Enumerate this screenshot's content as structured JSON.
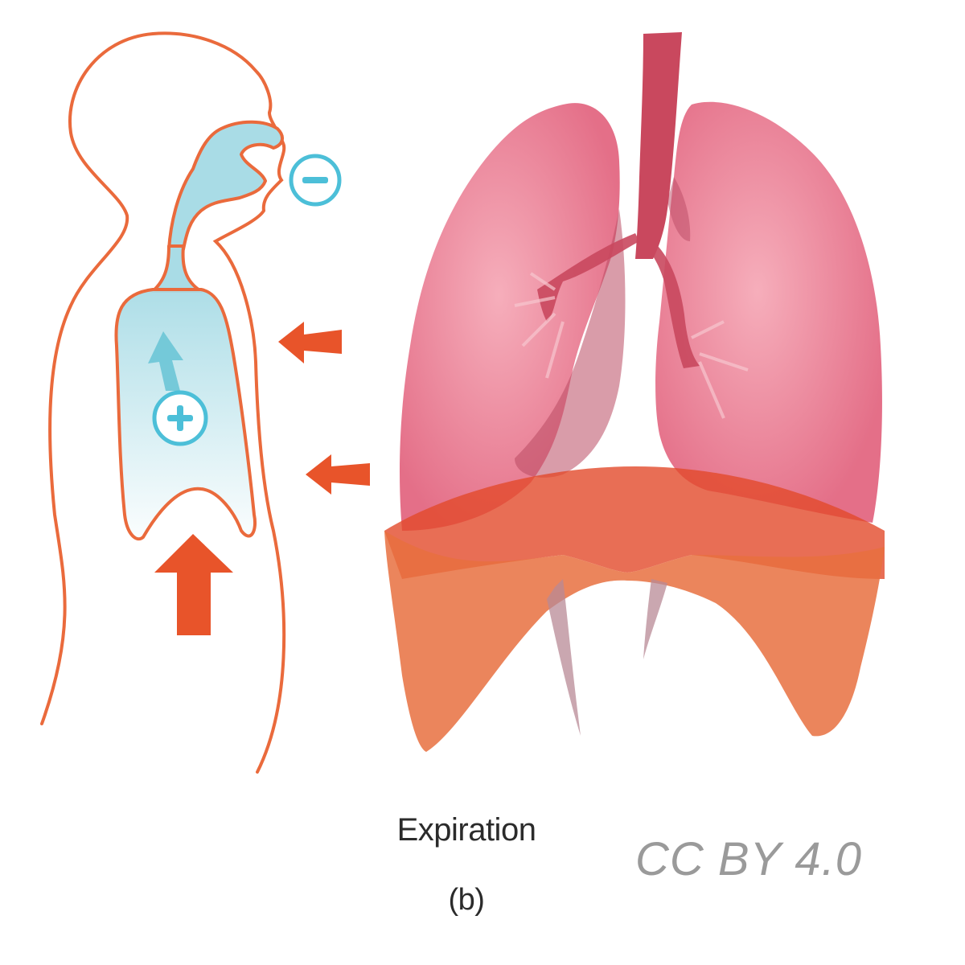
{
  "figure": {
    "title": "Expiration",
    "part_label": "(b)",
    "license": "CC BY 4.0"
  },
  "symbols": {
    "mouth_pressure": "−",
    "chest_pressure": "+"
  },
  "colors": {
    "body_outline": "#ea6a3c",
    "airway": "#a9dce6",
    "pressure_symbol": "#4cbfd8",
    "force_arrow": "#e8542a",
    "lung": "#e97a90",
    "trachea": "#c9485e",
    "diaphragm": "#e87040"
  },
  "icons": [
    "minus-circle-icon",
    "plus-circle-icon",
    "force-arrow-icon"
  ]
}
